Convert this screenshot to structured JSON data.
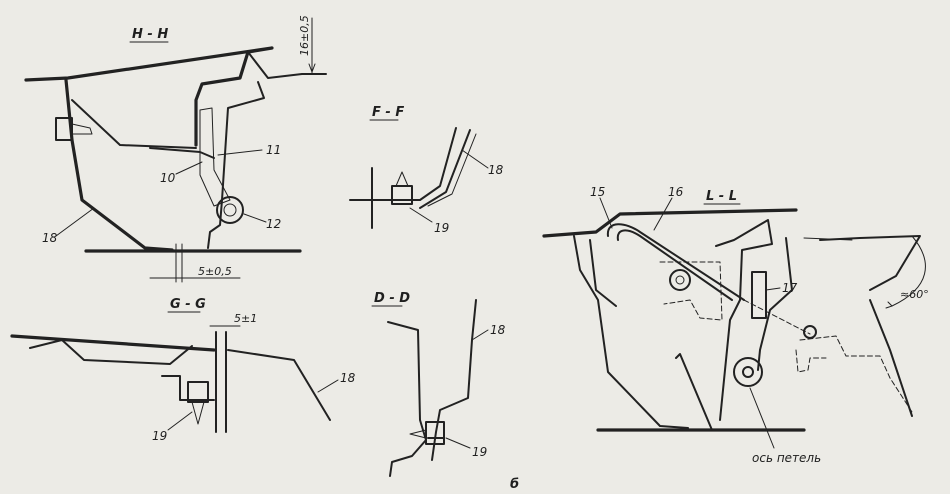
{
  "sections": {
    "hh": "H - H",
    "ff": "F - F",
    "gg": "G - G",
    "dd": "D - D",
    "ll": "L - L"
  },
  "dimensions": {
    "hh_top": "16±0,5",
    "hh_bottom": "5±0,5",
    "gg_gap": "5±1",
    "ll_angle": "≈60°"
  },
  "callouts": {
    "n10": "10",
    "n11": "11",
    "n12": "12",
    "n15": "15",
    "n16": "16",
    "n17": "17",
    "n18": "18",
    "n19": "19"
  },
  "texts": {
    "hinge_axis": "ось петель",
    "figure_letter": "б"
  },
  "colors": {
    "background": "#ecebe6",
    "ink": "#222222"
  }
}
